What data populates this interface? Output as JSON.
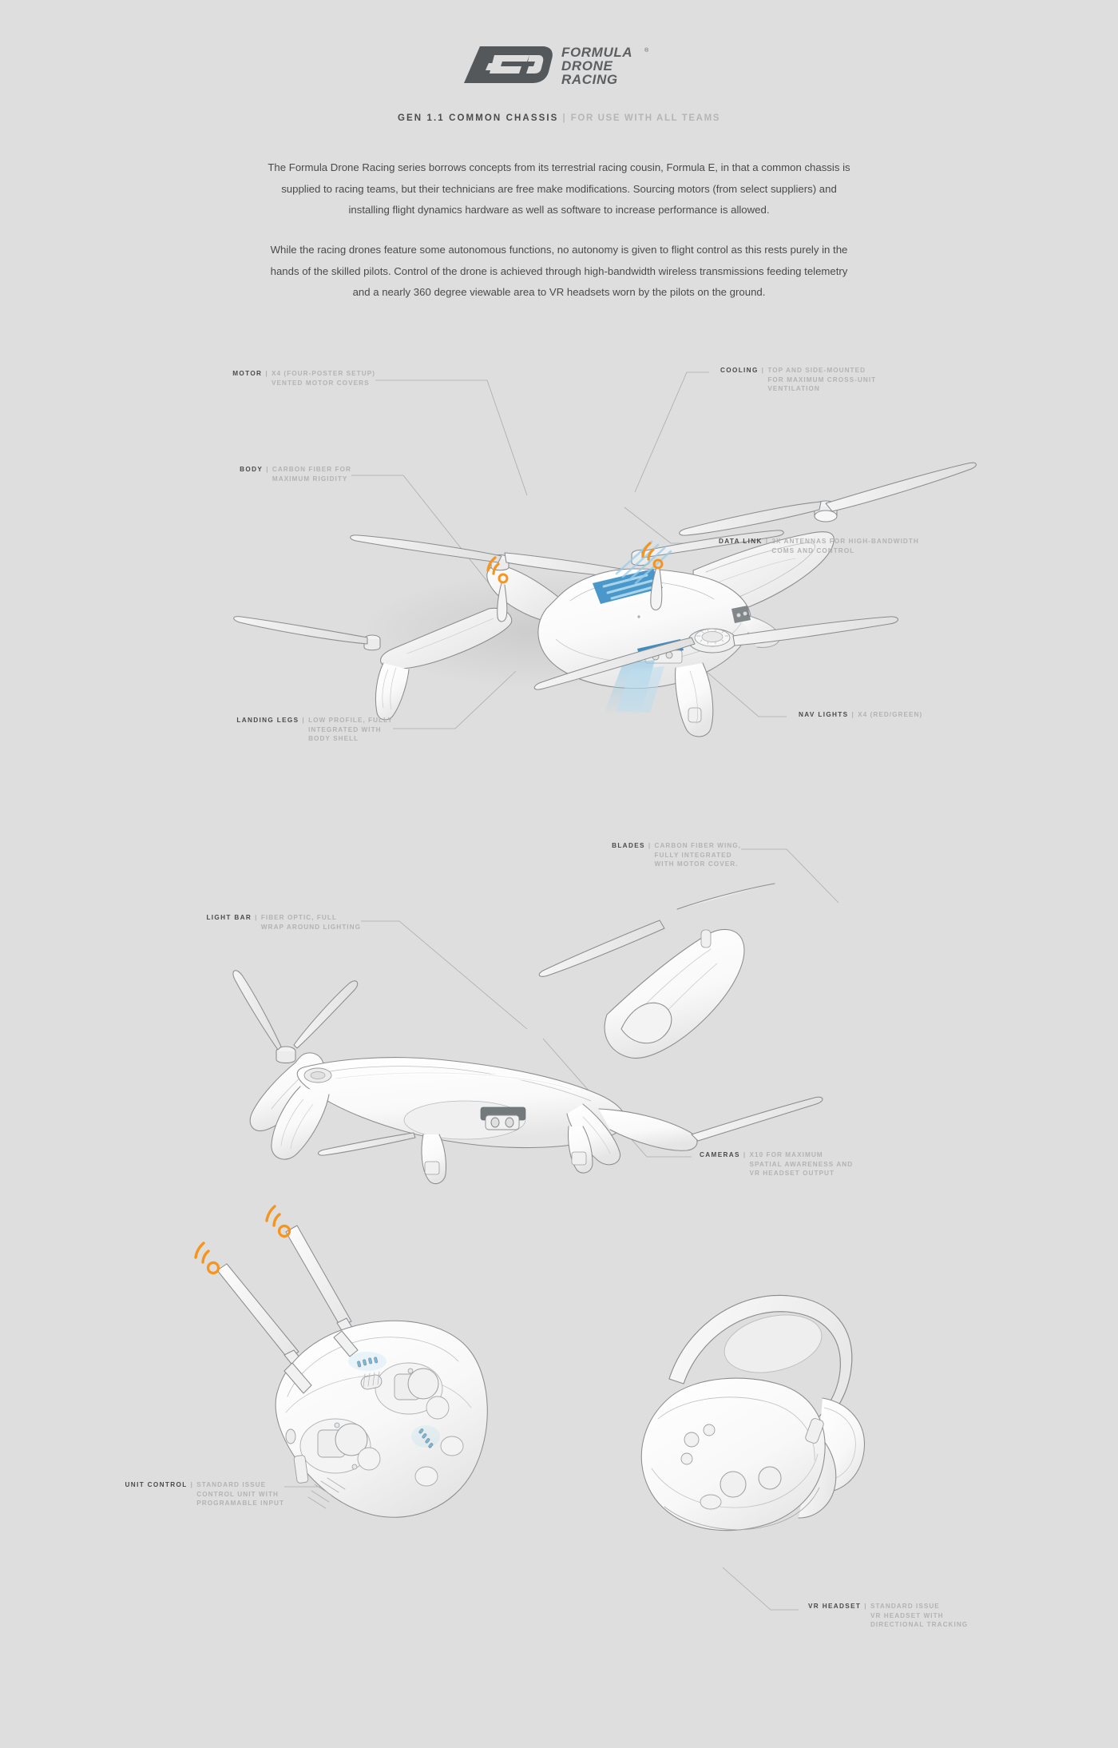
{
  "brand": {
    "logo_mark": "FD",
    "logo_lines": [
      "FORMULA",
      "DRONE",
      "RACING"
    ],
    "logo_trademark": "®"
  },
  "subtitle": {
    "main": "GEN 1.1 COMMON CHASSIS",
    "separator": "|",
    "sub": "FOR USE WITH ALL TEAMS"
  },
  "intro": {
    "paragraph_1": "The Formula Drone Racing series borrows concepts from its terrestrial racing cousin, Formula E, in that a common chassis is supplied to racing teams, but their technicians are free make modifications. Sourcing motors (from select suppliers) and installing flight dynamics hardware as well as software to increase performance is allowed.",
    "paragraph_2": "While the racing drones feature some autonomous functions, no autonomy is given to flight control as this rests purely in the hands of the skilled pilots. Control of the drone is achieved through high-bandwidth wireless transmissions feeding telemetry and a nearly 360 degree viewable area to VR headsets worn by the pilots on the ground."
  },
  "callouts": {
    "motor": {
      "title": "MOTOR",
      "separator": "|",
      "desc": "X4 (FOUR-POSTER SETUP)\nVENTED MOTOR COVERS"
    },
    "cooling": {
      "title": "COOLING",
      "separator": "|",
      "desc": "TOP AND SIDE-MOUNTED\nFOR MAXIMUM CROSS-UNIT\nVENTILATION"
    },
    "body": {
      "title": "BODY",
      "separator": "|",
      "desc": "CARBON FIBER FOR\nMAXIMUM RIGIDITY"
    },
    "data_link": {
      "title": "DATA LINK",
      "separator": "|",
      "desc": "2X ANTENNAS FOR HIGH-BANDWIDTH\nCOMS AND CONTROL"
    },
    "landing_legs": {
      "title": "LANDING LEGS",
      "separator": "|",
      "desc": "LOW PROFILE, FULLY\nINTEGRATED WITH\nBODY SHELL"
    },
    "nav_lights": {
      "title": "NAV LIGHTS",
      "separator": "|",
      "desc": "X4 (RED/GREEN)"
    },
    "blades": {
      "title": "BLADES",
      "separator": "|",
      "desc": "CARBON FIBER WING,\nFULLY INTEGRATED\nWITH MOTOR COVER."
    },
    "light_bar": {
      "title": "LIGHT BAR",
      "separator": "|",
      "desc": "FIBER OPTIC, FULL\nWRAP AROUND LIGHTING"
    },
    "cameras": {
      "title": "CAMERAS",
      "separator": "|",
      "desc": "X10 FOR MAXIMUM\nSPATIAL AWARENESS AND\nVR HEADSET OUTPUT"
    },
    "unit_control": {
      "title": "UNIT CONTROL",
      "separator": "|",
      "desc": "STANDARD ISSUE\nCONTROL UNIT WITH\nPROGRAMABLE INPUT"
    },
    "vr_headset": {
      "title": "VR HEADSET",
      "separator": "|",
      "desc": "STANDARD ISSUE\nVR HEADSET WITH\nDIRECTIONAL TRACKING"
    }
  },
  "figures": {
    "drone_top": "quadcopter-three-quarter-view",
    "drone_side": "quadcopter-low-angle-view",
    "controller": "radio-control-transmitter",
    "vr_headset": "vr-headset"
  },
  "colors": {
    "background": "#dedede",
    "ink": "#8a8d90",
    "ink_dark": "#4a4a4a",
    "muted_text": "#b3b3b3",
    "accent_orange": "#f7941e",
    "accent_blue": "#58a9d8",
    "accent_blue_light": "#a9d5ec",
    "shell_white": "#fdfdfd"
  }
}
